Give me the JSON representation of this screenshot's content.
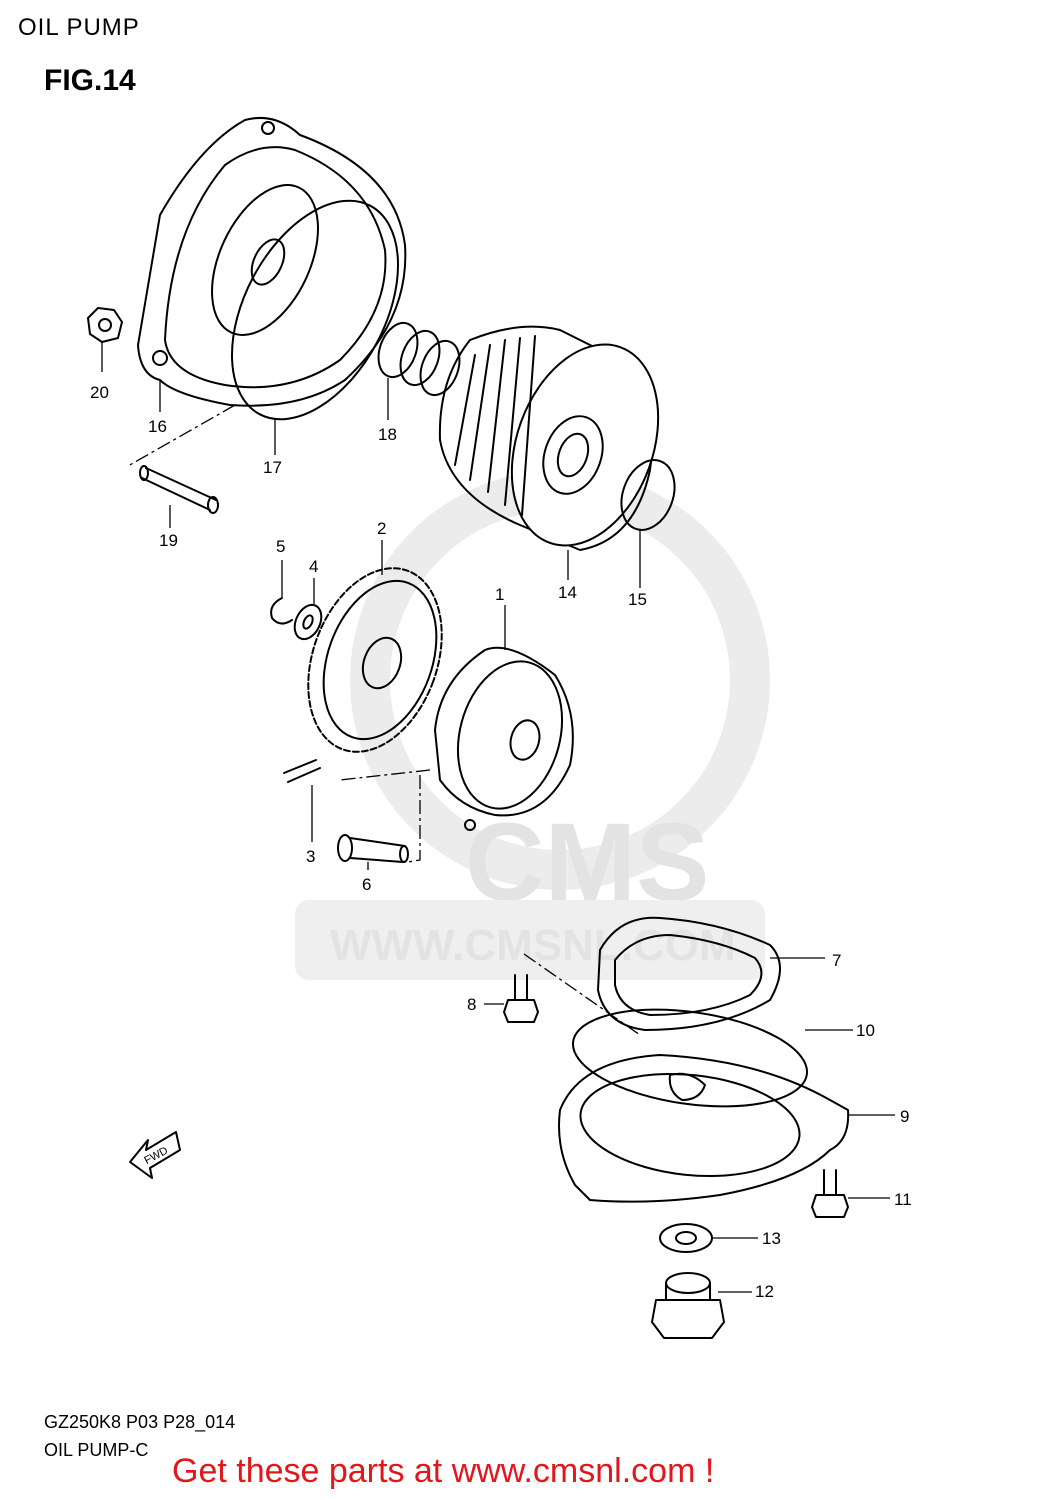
{
  "header": {
    "section_title": "OIL PUMP",
    "figure": "FIG.14"
  },
  "watermark": {
    "brand": "CMS",
    "url": "WWW.CMSNL.COM"
  },
  "footer": {
    "model_code": "GZ250K8 P03 P28_014",
    "caption": "OIL PUMP-C",
    "call_to_action": "Get these parts at www.cmsnl.com !"
  },
  "fwd_arrow": "FWD",
  "parts": [
    {
      "ref": "1"
    },
    {
      "ref": "2"
    },
    {
      "ref": "3"
    },
    {
      "ref": "4"
    },
    {
      "ref": "5"
    },
    {
      "ref": "6"
    },
    {
      "ref": "7"
    },
    {
      "ref": "8"
    },
    {
      "ref": "9"
    },
    {
      "ref": "10"
    },
    {
      "ref": "11"
    },
    {
      "ref": "12"
    },
    {
      "ref": "13"
    },
    {
      "ref": "14"
    },
    {
      "ref": "15"
    },
    {
      "ref": "16"
    },
    {
      "ref": "17"
    },
    {
      "ref": "18"
    },
    {
      "ref": "19"
    },
    {
      "ref": "20"
    }
  ],
  "colors": {
    "call_to_action": "#e3161c",
    "line_art": "#000000",
    "watermark": "#e3e3e3"
  }
}
